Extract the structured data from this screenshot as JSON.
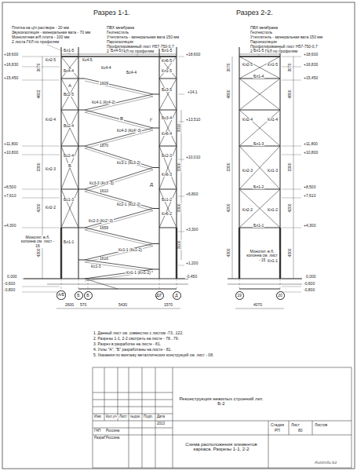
{
  "diagram": {
    "nodes": [
      {
        "text": [
          "А/Б"
        ]
      },
      {
        "text": [
          "Б"
        ]
      },
      {
        "text": [
          "В"
        ]
      },
      {
        "text": [
          "Д/Г"
        ]
      },
      {
        "text": [
          "Д"
        ]
      },
      {
        "text": [
          "19"
        ]
      },
      {
        "text": [
          "20"
        ]
      }
    ],
    "labels": [
      "Разрез 1-1.",
      "Разрез 2-2.",
      "Плитка на ц/п растворе - 20 мм",
      "Звукоизоляция - минеральная вата - 70 мм",
      "Монолитная ж/б плита - 100 мм",
      "2 листа ГКЛ по профилям",
      "ПВХ мембрана",
      "Геотекстиль",
      "Утеплитель - минеральная вата 150 мм",
      "Пароизоляция",
      "Профилированный лист Н57-750-0,7",
      "2 листа ГКЛ по профилям",
      "ПВХ мембрана",
      "Геотекстиль",
      "Утеплитель - минеральная вата 150 мм",
      "Пароизоляция",
      "Профилированный лист Н57-750-0,7",
      "2 листа ГКЛ по профилям",
      "+18,600",
      "+16,830",
      "+15,450",
      "+11,800",
      "+10,800",
      "+8,500",
      "+7,610",
      "+4,300",
      "0,000",
      "-0,600",
      "-0,800",
      "+18,600",
      "+14,1",
      "+13,510",
      "+10,010",
      "+6,800",
      "+3,300",
      "+1,200",
      "-0,450",
      "+18,600",
      "+16,830",
      "+15,450",
      "+11,800",
      "+10,800",
      "+8,500",
      "+7,610",
      "+4,300",
      "0,000",
      "-0,600",
      "-0,800",
      "3070",
      "4602",
      "3300",
      "4200",
      "4300",
      "3310",
      "3300",
      "3300",
      "3100",
      "3070",
      "4800",
      "3300",
      "4200",
      "4300",
      "3070",
      "4800",
      "3300",
      "4200",
      "4300",
      "2600",
      "570",
      "5430",
      "1570",
      "4070",
      "Монолит ж.б. колонна см. лист - 16",
      "Монолит ж.б. колонна см. лист - 15",
      "Бл1-5",
      "Бл4-5",
      "Бл1-5",
      "Кл2-5",
      "Кс4-5",
      "Кс4-4",
      "Кл6-5",
      "Бс4-4",
      "Бс4-4",
      "Кл1-5",
      "Кл2-4",
      "Вс2-5",
      "Вс2-4",
      "Бс3-5",
      "Бс3-4",
      "Кс4-1 (Кс4-2)",
      "Кс4-3 (Кс4'-3)",
      "Бс2-4",
      "Бс2-3",
      "Кл2-3",
      "Кс3-1 (Кс3-2)",
      "Кс3-3 (Кс3'-3)",
      "Бс1-3",
      "Бс1-2",
      "Кл2-2",
      "Кс2-1 (Кс2-2)",
      "Кс2-3 (Кс2'-3)",
      "Бл1-1",
      "Кс1-1 (Кс1-2)",
      "Кс1-3",
      "Кл1-1 (Кл1-2)",
      "Кл6-4",
      "Кл6-3",
      "Кл6-2",
      "1609",
      "1870",
      "1610",
      "1659",
      "1616",
      "А",
      "Б",
      "В",
      "Г",
      "Д",
      "Бл1-5",
      "Кл2-5",
      "Кл1-5",
      "Бл1-4",
      "Кл2-4",
      "Кл1-4",
      "Бл1-3",
      "Кл2-3",
      "Кл1-3",
      "Бл1-2",
      "Кл2-2",
      "Кл1-2",
      "Бл1-1",
      "Кл1-1",
      "1. Данный лист см. совместно с листом -73...122.",
      "2. Разрезы 1-1, 2-2 смотреть на листе - 78...79.",
      "3. Разрез в разработке на листе - 81.",
      "4. Узлы \"А\", \"Б\" разработаны на листе - 81.",
      "5. Указания по монтажу металлических конструкций см. лист - 08.",
      "Изм.",
      "Кол.уч",
      "Лист",
      "№док.",
      "Подп.",
      "Дата",
      "2013",
      "ГАП",
      "Россина",
      "Разраб.",
      "Россина",
      "Реконструкция нежилых строений лит. Б-2",
      "Стадия",
      "Лист",
      "Листов",
      "РП",
      "80",
      "Схема расположения элементов каркаса. Разрезы 1-1, 2-2",
      "Avizinfo.kz"
    ]
  }
}
